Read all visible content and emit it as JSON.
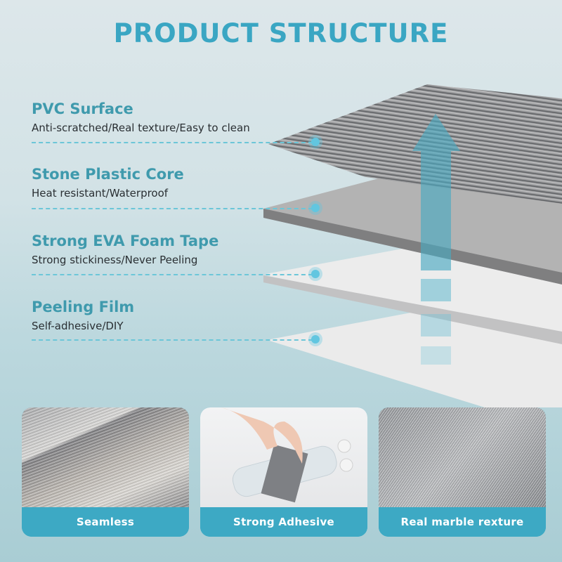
{
  "header": {
    "title": "PRODUCT STRUCTURE"
  },
  "layers": [
    {
      "title": "PVC Surface",
      "subtitle": "Anti-scratched/Real texture/Easy to clean",
      "icon": "wood-texture-layer"
    },
    {
      "title": "Stone Plastic Core",
      "subtitle": "Heat resistant/Waterproof",
      "icon": "gray-core-layer"
    },
    {
      "title": "Strong EVA Foam Tape",
      "subtitle": "Strong stickiness/Never Peeling",
      "icon": "white-foam-layer"
    },
    {
      "title": "Peeling Film",
      "subtitle": "Self-adhesive/DIY",
      "icon": "white-film-layer"
    }
  ],
  "features": [
    {
      "label": "Seamless",
      "image": "seamless-wood-floor-photo"
    },
    {
      "label": "Strong Adhesive",
      "image": "hand-tile-bottles-photo"
    },
    {
      "label": "Real marble rexture",
      "image": "marble-texture-photo"
    }
  ],
  "colors": {
    "accent": "#3aa6c3",
    "label_title": "#3f9aad",
    "caption_bg": "#3da9c4",
    "dash": "#6cc6d8",
    "dot": "#62c6e0"
  }
}
